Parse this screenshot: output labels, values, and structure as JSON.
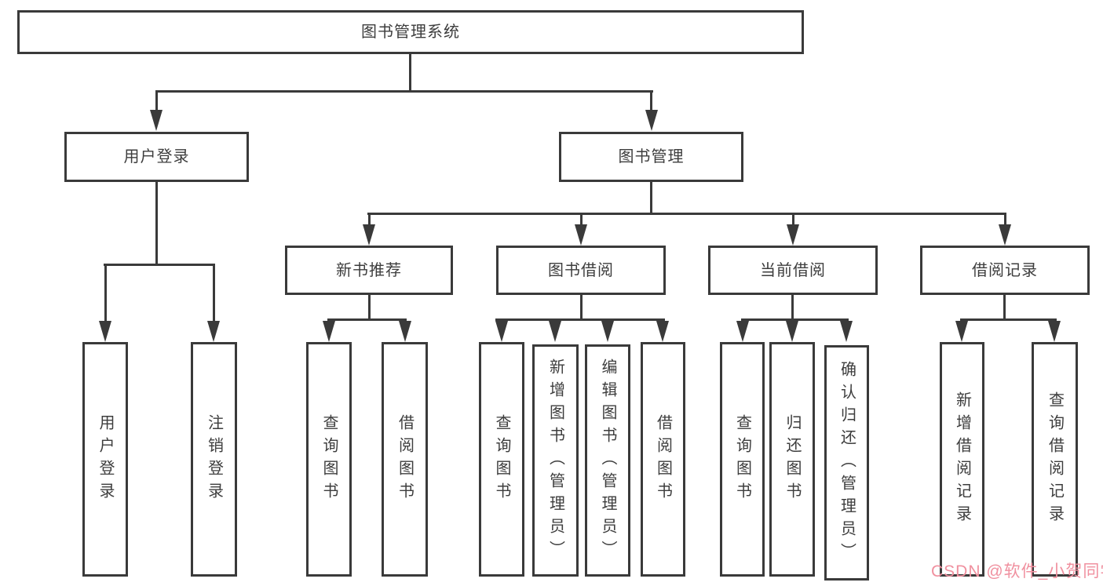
{
  "diagram": {
    "root": {
      "label": "图书管理系统"
    },
    "level2": [
      {
        "label": "用户登录"
      },
      {
        "label": "图书管理"
      }
    ],
    "level3": [
      {
        "label": "新书推荐"
      },
      {
        "label": "图书借阅"
      },
      {
        "label": "当前借阅"
      },
      {
        "label": "借阅记录"
      }
    ],
    "leaves": {
      "user_login": [
        "用户登录",
        "注销登录"
      ],
      "new_book": [
        "查询图书",
        "借阅图书"
      ],
      "book_borrow": [
        "查询图书",
        "新增图书（管理员）",
        "编辑图书（管理员）",
        "借阅图书"
      ],
      "current_borrow": [
        "查询图书",
        "归还图书",
        "确认归还（管理员）"
      ],
      "borrow_record": [
        "新增借阅记录",
        "查询借阅记录"
      ]
    }
  },
  "watermark": {
    "text": "CSDN @软件_小贺同学",
    "color": "#f0909f"
  },
  "colors": {
    "line": "#3a3a3a",
    "text": "#3d3d3d",
    "background": "#ffffff"
  }
}
